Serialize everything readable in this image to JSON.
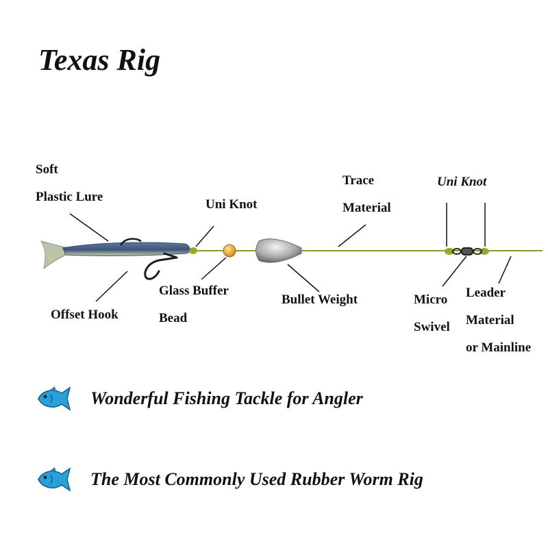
{
  "title": "Texas Rig",
  "labels": {
    "soft_plastic_lure": [
      "Soft",
      "Plastic Lure"
    ],
    "offset_hook": "Offset Hook",
    "uni_knot_left": "Uni Knot",
    "glass_buffer_bead": [
      "Glass Buffer",
      "Bead"
    ],
    "bullet_weight": "Bullet Weight",
    "trace_material": [
      "Trace",
      "Material"
    ],
    "uni_knot_right": "Uni Knot",
    "micro_swivel": [
      "Micro",
      "Swivel"
    ],
    "leader_material": [
      "Leader",
      "Material",
      "or Mainline"
    ]
  },
  "features": [
    {
      "icon": "fish-icon",
      "text": "Wonderful Fishing Tackle for Angler"
    },
    {
      "icon": "fish-icon",
      "text": "The Most Commonly Used Rubber Worm Rig"
    }
  ],
  "colors": {
    "line": "#8a9a2a",
    "lure": "#4a5f86",
    "bead": "#e0a21a",
    "weight": "#a8a8a8",
    "knot": "#9aa62c",
    "fish": "#2aa0d8"
  }
}
